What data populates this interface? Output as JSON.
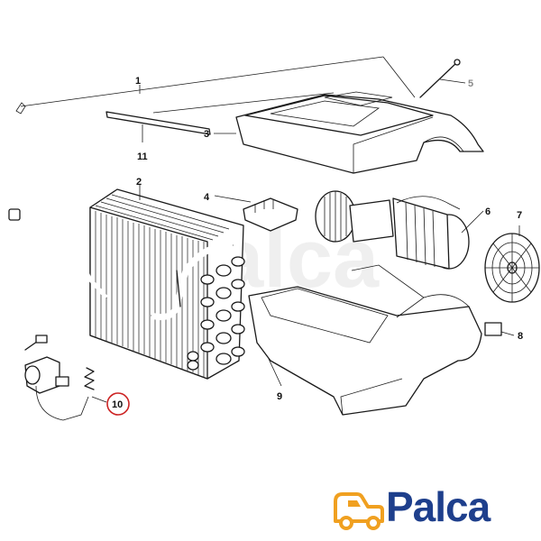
{
  "diagram": {
    "callouts": [
      {
        "id": "1",
        "label": "1"
      },
      {
        "id": "2",
        "label": "2"
      },
      {
        "id": "3",
        "label": "3"
      },
      {
        "id": "4",
        "label": "4"
      },
      {
        "id": "5",
        "label": "5"
      },
      {
        "id": "6",
        "label": "6"
      },
      {
        "id": "7",
        "label": "7"
      },
      {
        "id": "8",
        "label": "8"
      },
      {
        "id": "9",
        "label": "9"
      },
      {
        "id": "10",
        "label": "10",
        "highlighted": true
      },
      {
        "id": "11",
        "label": "11"
      }
    ],
    "highlight_color": "#cc2222",
    "watermark": "Palca"
  },
  "brand": {
    "logo_text": "Palca",
    "text_color": "#1e3f8c",
    "icon_color": "#f0a020",
    "icon_name": "tow-truck-icon"
  }
}
